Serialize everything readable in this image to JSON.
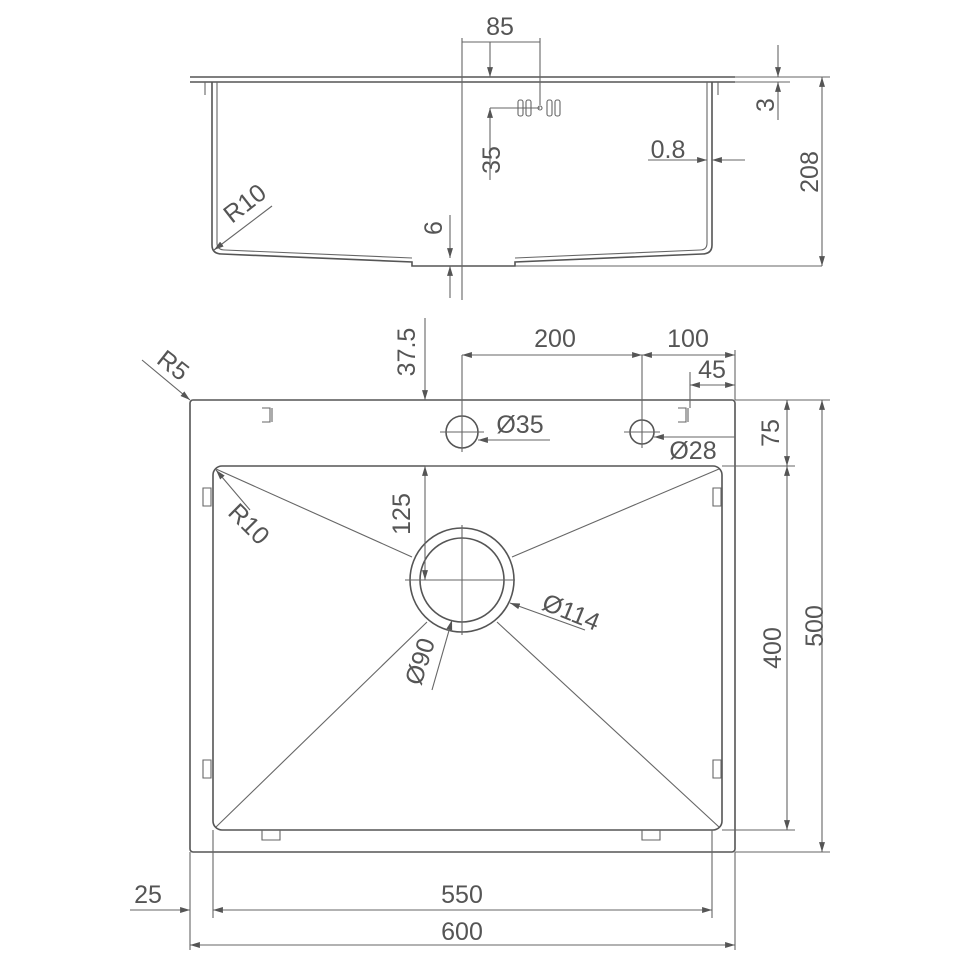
{
  "side_view": {
    "dims": {
      "overflow_offset": "85",
      "overflow_height": "35",
      "wall_thickness": "0.8",
      "rim_thickness": "3",
      "depth": "208",
      "corner_radius": "R10",
      "bottom_slope": "6"
    }
  },
  "top_view": {
    "dims": {
      "outer_radius": "R5",
      "tap_offset_top": "37.5",
      "tap_spacing": "200",
      "tap_to_edge": "100",
      "small_offset": "45",
      "tap_hole_main": "Ø35",
      "tap_hole_small": "Ø28",
      "back_ledge": "75",
      "outer_depth": "500",
      "bowl_depth": "400",
      "drain_offset": "125",
      "bowl_radius": "R10",
      "drain_outer": "Ø114",
      "drain_inner": "Ø90",
      "side_ledge": "25",
      "bowl_width": "550",
      "outer_width": "600"
    }
  }
}
